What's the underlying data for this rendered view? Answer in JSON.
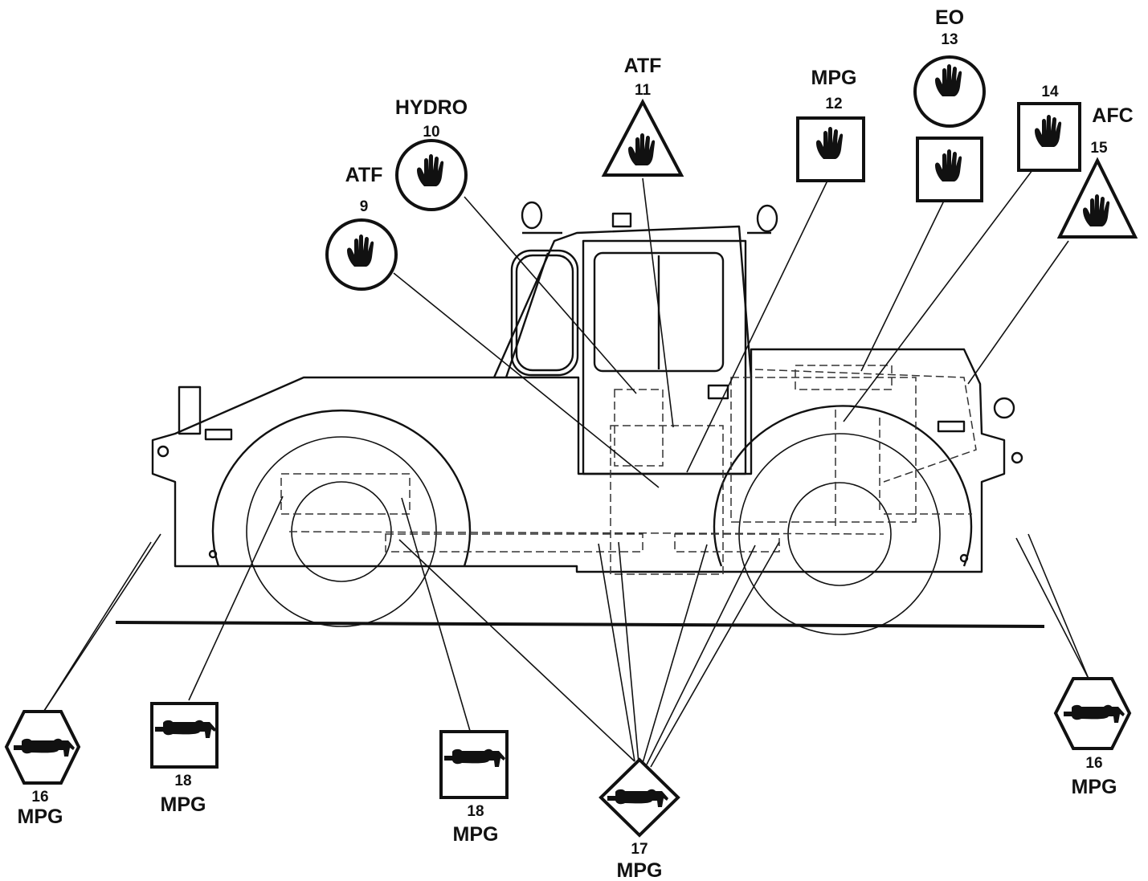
{
  "callouts": [
    {
      "id": "9",
      "code": "ATF",
      "shape": "circle",
      "icon": "hand-icon"
    },
    {
      "id": "10",
      "code": "HYDRO",
      "shape": "circle",
      "icon": "hand-icon"
    },
    {
      "id": "11",
      "code": "ATF",
      "shape": "triangle",
      "icon": "hand-icon"
    },
    {
      "id": "12",
      "code": "MPG",
      "shape": "square",
      "icon": "hand-icon"
    },
    {
      "id": "13",
      "code": "EO",
      "shape": "circle-over-square",
      "icon": "hand-icon"
    },
    {
      "id": "14",
      "code": "",
      "shape": "square",
      "icon": "hand-icon"
    },
    {
      "id": "15",
      "code": "AFC",
      "shape": "triangle",
      "icon": "hand-icon"
    },
    {
      "id": "16",
      "code": "MPG",
      "shape": "hexagon",
      "icon": "grease-gun-icon"
    },
    {
      "id": "18",
      "code": "MPG",
      "shape": "square",
      "icon": "grease-gun-icon"
    },
    {
      "id": "18",
      "code": "MPG",
      "shape": "square",
      "icon": "grease-gun-icon"
    },
    {
      "id": "17",
      "code": "MPG",
      "shape": "diamond",
      "icon": "grease-gun-icon"
    },
    {
      "id": "16",
      "code": "MPG",
      "shape": "hexagon",
      "icon": "grease-gun-icon"
    }
  ]
}
